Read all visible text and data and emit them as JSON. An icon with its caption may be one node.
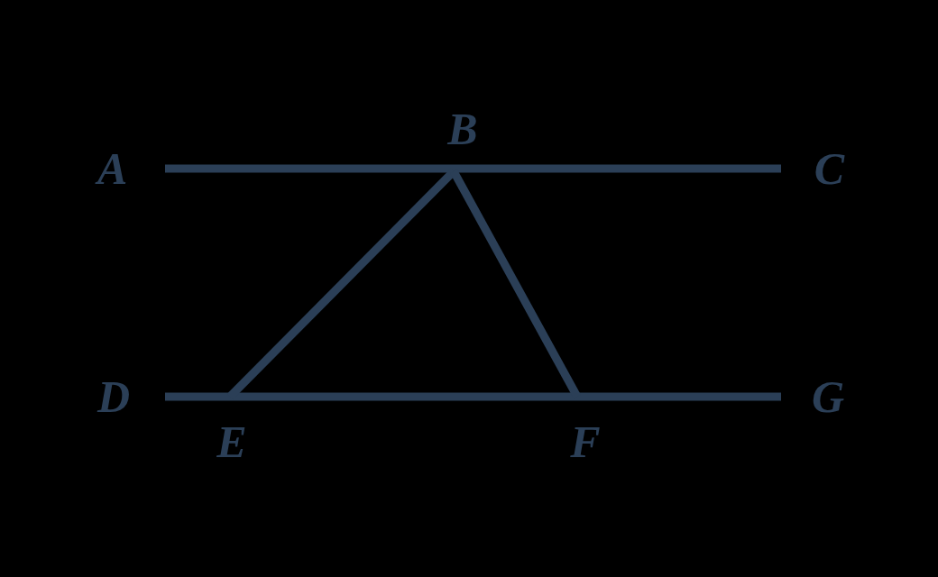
{
  "diagram": {
    "nodes": [
      {
        "text": [
          "A"
        ]
      },
      {
        "text": [
          "B"
        ]
      },
      {
        "text": [
          "C"
        ]
      },
      {
        "text": [
          "D"
        ]
      },
      {
        "text": [
          "E"
        ]
      },
      {
        "text": [
          "F"
        ]
      },
      {
        "text": [
          "G"
        ]
      }
    ],
    "edges": [
      {
        "from": 0,
        "to": 2,
        "arrow": "none"
      },
      {
        "from": 3,
        "to": 6,
        "arrow": "none"
      },
      {
        "from": 1,
        "to": 4,
        "arrow": "none"
      },
      {
        "from": 1,
        "to": 5,
        "arrow": "none"
      }
    ]
  }
}
